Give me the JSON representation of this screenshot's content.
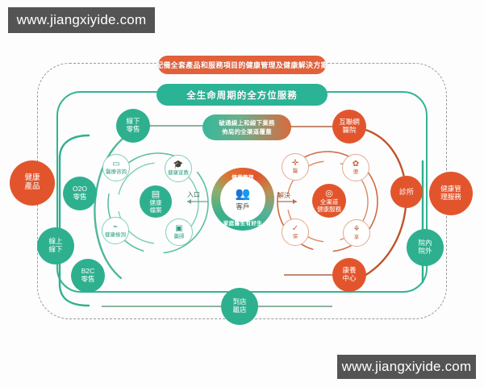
{
  "watermarks": {
    "top": "www.jiangxiyide.com",
    "bottom": "www.jiangxiyide.com"
  },
  "banners": {
    "orange": "配備全套產品和服務項目的健康管理及健康解決方案",
    "green": "全生命周期的全方位服務",
    "gradient_line1": "破通線上和線下業務",
    "gradient_line2": "佈局的全渠道覆蓋"
  },
  "nodes": {
    "health_product": {
      "line1": "健康",
      "line2": "產品",
      "color": "#e2552c"
    },
    "o2o_retail": {
      "line1": "O2O",
      "line2": "零售",
      "color": "#2eb08f"
    },
    "online_offline": {
      "line1": "線上",
      "line2": "線下",
      "color": "#2eb08f"
    },
    "b2c_retail": {
      "line1": "B2C",
      "line2": "零售",
      "color": "#2eb08f"
    },
    "offline_retail": {
      "line1": "線下",
      "line2": "零售",
      "color": "#2eb08f"
    },
    "health_service": {
      "line1": "健康管",
      "line2": "理服務",
      "color": "#e2552c"
    },
    "clinic": {
      "line1": "診所",
      "line2": "",
      "color": "#e2552c"
    },
    "in_out_hospital": {
      "line1": "院內",
      "line2": "院外",
      "color": "#2eb08f"
    },
    "internet_hospital": {
      "line1": "互聯網",
      "line2": "醫院",
      "color": "#e2552c"
    },
    "wellness_center": {
      "line1": "康養",
      "line2": "中心",
      "color": "#e2552c"
    },
    "store_visit": {
      "line1": "到店",
      "line2": "離店",
      "color": "#2eb08f"
    }
  },
  "hubs": {
    "left": {
      "icon": "▤",
      "line1": "健康",
      "line2": "檔案"
    },
    "right": {
      "icon": "◎",
      "line1": "全渠道",
      "line2": "健康服務"
    }
  },
  "bubbles": {
    "consult": {
      "icon": "▭",
      "label": "醫療咨詢"
    },
    "education": {
      "icon": "🎓",
      "label": "健康宣教"
    },
    "detection": {
      "icon": "⌁",
      "label": "健康檢測"
    },
    "pharmacy": {
      "icon": "▣",
      "label": "藥師"
    },
    "buy": {
      "icon": "✛",
      "label": "醫"
    },
    "convenient": {
      "icon": "✿",
      "label": "便"
    },
    "ensure": {
      "icon": "✓",
      "label": "保"
    },
    "enjoy": {
      "icon": "⚘",
      "label": "享"
    }
  },
  "core": {
    "arc_top": "健康管理",
    "icon": "👥",
    "label": "客戶",
    "arc_bottom": "家庭醫生有好生"
  },
  "connectors": {
    "entry": "入口",
    "solution": "解決"
  },
  "colors": {
    "orange": "#e2552c",
    "green": "#2eb08f",
    "banner_orange": "#e2603a",
    "banner_green": "#2bb396",
    "arc_green": "#33b493",
    "arc_orange": "#c0532c",
    "dashed": "#9a9a9a",
    "watermark_bg": "#545454"
  }
}
